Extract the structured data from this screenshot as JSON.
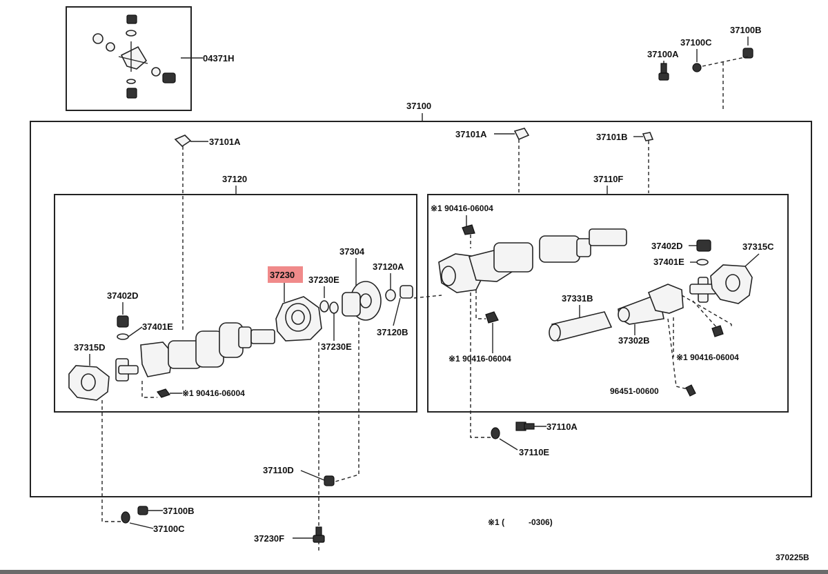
{
  "labels": {
    "kit_04371h": "04371H",
    "assy_37100": "37100",
    "bolt_37100a": "37100A",
    "washer_37100c_top": "37100C",
    "nut_37100b_top": "37100B",
    "plate_37101a_left": "37101A",
    "plate_37101a_mid": "37101A",
    "plate_37101b": "37101B",
    "shaft_37120": "37120",
    "shaft_37110f": "37110F",
    "bearing_37230": "37230",
    "washer_37230e_top": "37230E",
    "washer_37230e_bot": "37230E",
    "flange_37304": "37304",
    "washer_37120a": "37120A",
    "nut_37120b": "37120B",
    "sleeve_37402d_left": "37402D",
    "spider_37401e_left": "37401E",
    "flange_37315d": "37315D",
    "fitting_left": "※1 90416-06004",
    "fitting_top": "※1 90416-06004",
    "fitting_mid": "※1 90416-06004",
    "fitting_right": "※1 90416-06004",
    "boot_37331b": "37331B",
    "yoke_37302b": "37302B",
    "sleeve_37402d_right": "37402D",
    "spider_37401e_right": "37401E",
    "flange_37315c": "37315C",
    "bolt_96451": "96451-00600",
    "bolt_37110a": "37110A",
    "washer_37110e": "37110E",
    "nut_37110d": "37110D",
    "nut_37100b_bot": "37100B",
    "washer_37100c_bot": "37100C",
    "bolt_37230f": "37230F",
    "note_ref": "※1 (",
    "note_date": "-0306)",
    "drawing_no": "370225B"
  },
  "highlighted_part": "37230",
  "colors": {
    "highlight": "#f08a8a",
    "line": "#222222",
    "bottom_bar": "#6b6b6b"
  }
}
